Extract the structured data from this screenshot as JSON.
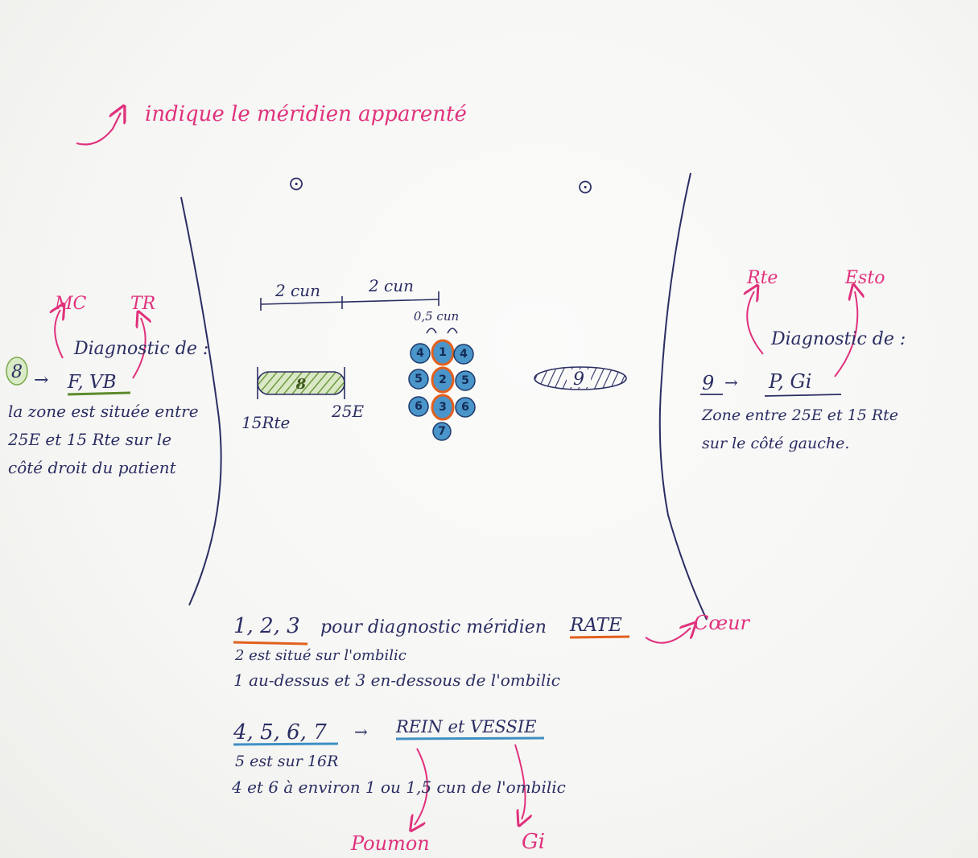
{
  "header": {
    "note": "indique le méridien apparenté"
  },
  "side_marks": {
    "left_symbol": "⊙",
    "right_symbol": "⊙"
  },
  "measurements": {
    "left_width": "2 cun",
    "middle_width": "2 cun",
    "small_gap": "0,5 cun"
  },
  "left_annotation": {
    "related_left": "MC",
    "related_right": "TR",
    "title": "Diagnostic de :",
    "number": "8",
    "arrow": "→",
    "meridians": "F, VB",
    "desc_line1": "la zone est située entre",
    "desc_line2": "25E et 15 Rte sur le",
    "desc_line3": "côté droit du patient"
  },
  "zone8": {
    "label": "8",
    "left_point": "15Rte",
    "right_point": "25E"
  },
  "zone9": {
    "label": "9"
  },
  "right_annotation": {
    "related_left": "Rte",
    "related_right": "Esto",
    "title": "Diagnostic de :",
    "number": "9",
    "arrow": "→",
    "meridians": "P, Gi",
    "desc_line1": "Zone entre 25E et 15 Rte",
    "desc_line2": "sur le côté gauche."
  },
  "points": {
    "center": [
      "1",
      "2",
      "3"
    ],
    "left": [
      "4",
      "5",
      "6"
    ],
    "right": [
      "4",
      "5",
      "6"
    ],
    "bottom": "7"
  },
  "bottom_notes": {
    "group1_numbers": "1, 2, 3",
    "group1_text": "pour diagnostic méridien",
    "group1_meridian": "RATE",
    "group1_related": "Cœur",
    "group1_line2": "2 est situé sur l'ombilic",
    "group1_line3": "1 au-dessus et 3 en-dessous de l'ombilic",
    "group2_numbers": "4, 5, 6, 7",
    "group2_arrow": "→",
    "group2_meridian": "REIN et VESSIE",
    "group2_line2": "5 est sur 16R",
    "group2_line3": "4 et 6 à environ 1 ou 1,5 cun de l'ombilic",
    "related_left": "Poumon",
    "related_right": "Gi"
  },
  "colors": {
    "ink": "#2b2e63",
    "pink": "#e0317c",
    "orange": "#e2601d",
    "blue": "#3f8fc4",
    "green": "#7aa84a"
  }
}
